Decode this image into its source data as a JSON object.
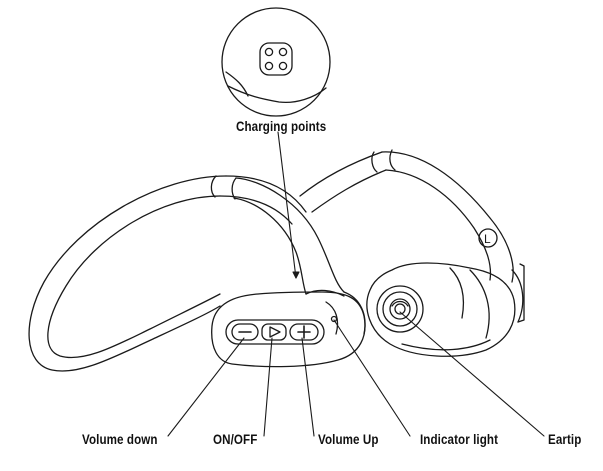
{
  "labels": {
    "charging_points": "Charging points",
    "volume_down": "Volume down",
    "on_off": "ON/OFF",
    "volume_up": "Volume Up",
    "indicator_light": "Indicator light",
    "eartip": "Eartip"
  },
  "earpiece_marking": "L",
  "button_glyphs": {
    "minus": "−",
    "plus": "+"
  },
  "colors": {
    "line": "#1a1a1a",
    "background": "#ffffff"
  }
}
